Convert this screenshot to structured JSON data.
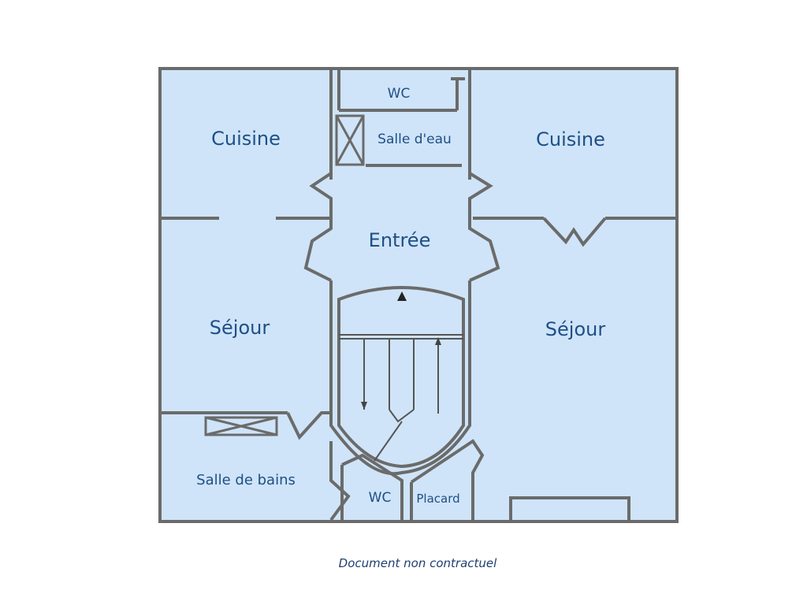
{
  "plan": {
    "rooms": {
      "cuisine_left": "Cuisine",
      "wc_top": "WC",
      "salle_deau": "Salle d'eau",
      "cuisine_right": "Cuisine",
      "entree": "Entrée",
      "sejour_left": "Séjour",
      "sejour_right": "Séjour",
      "salle_de_bains": "Salle de bains",
      "wc_bottom": "WC",
      "placard": "Placard"
    },
    "colors": {
      "room_fill": "#cfe4f8",
      "wall": "#6b6b6b",
      "label": "#1e4f86"
    }
  },
  "caption": "Document non contractuel"
}
